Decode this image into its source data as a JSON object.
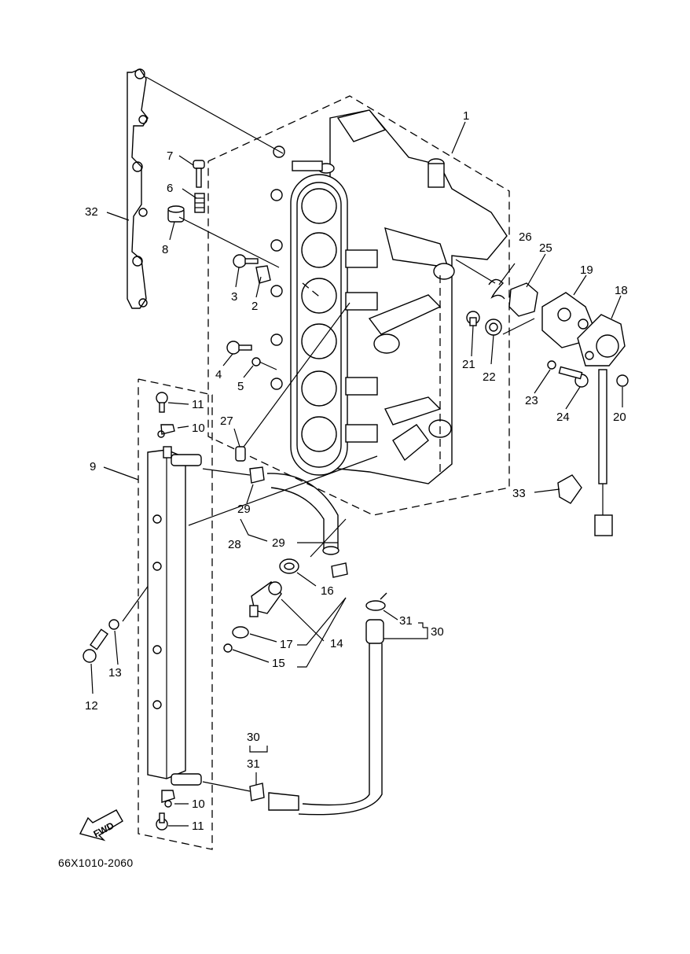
{
  "diagram": {
    "drawing_code": "66X1010-2060",
    "fwd_label": "FWD",
    "callouts": [
      {
        "id": "c1",
        "text": "1"
      },
      {
        "id": "c2",
        "text": "2"
      },
      {
        "id": "c3",
        "text": "3"
      },
      {
        "id": "c4",
        "text": "4"
      },
      {
        "id": "c5",
        "text": "5"
      },
      {
        "id": "c6",
        "text": "6"
      },
      {
        "id": "c7",
        "text": "7"
      },
      {
        "id": "c8",
        "text": "8"
      },
      {
        "id": "c9",
        "text": "9"
      },
      {
        "id": "c10a",
        "text": "10"
      },
      {
        "id": "c10b",
        "text": "10"
      },
      {
        "id": "c11a",
        "text": "11"
      },
      {
        "id": "c11b",
        "text": "11"
      },
      {
        "id": "c12",
        "text": "12"
      },
      {
        "id": "c13",
        "text": "13"
      },
      {
        "id": "c14",
        "text": "14"
      },
      {
        "id": "c15",
        "text": "15"
      },
      {
        "id": "c16",
        "text": "16"
      },
      {
        "id": "c17",
        "text": "17"
      },
      {
        "id": "c18",
        "text": "18"
      },
      {
        "id": "c19",
        "text": "19"
      },
      {
        "id": "c20",
        "text": "20"
      },
      {
        "id": "c21",
        "text": "21"
      },
      {
        "id": "c22",
        "text": "22"
      },
      {
        "id": "c23",
        "text": "23"
      },
      {
        "id": "c24",
        "text": "24"
      },
      {
        "id": "c25",
        "text": "25"
      },
      {
        "id": "c26",
        "text": "26"
      },
      {
        "id": "c27",
        "text": "27"
      },
      {
        "id": "c28",
        "text": "28"
      },
      {
        "id": "c29a",
        "text": "29"
      },
      {
        "id": "c29b",
        "text": "29"
      },
      {
        "id": "c30a",
        "text": "30"
      },
      {
        "id": "c30b",
        "text": "30"
      },
      {
        "id": "c31a",
        "text": "31"
      },
      {
        "id": "c31b",
        "text": "31"
      },
      {
        "id": "c32",
        "text": "32"
      },
      {
        "id": "c33",
        "text": "33"
      }
    ]
  }
}
